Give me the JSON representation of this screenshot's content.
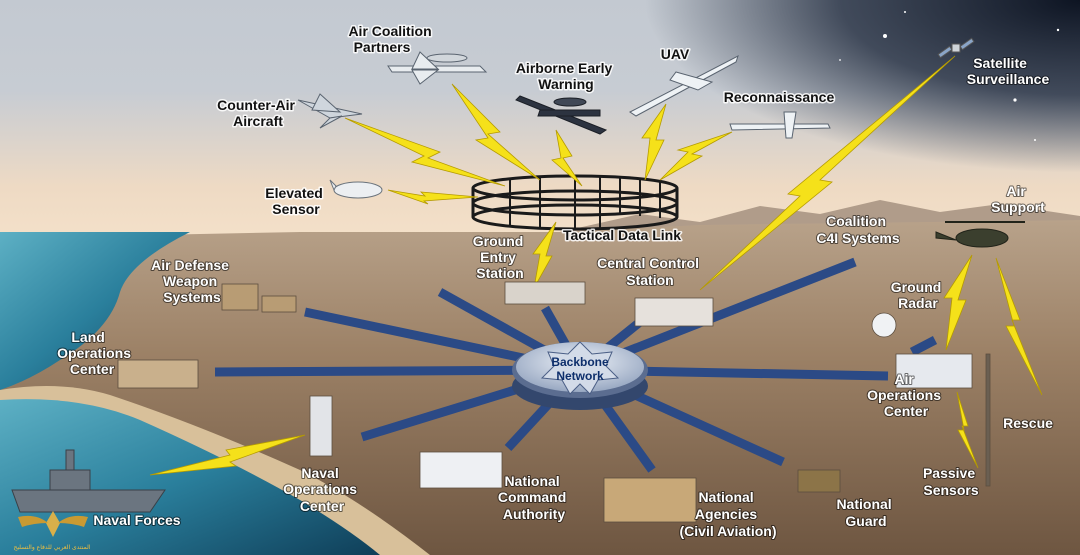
{
  "labels": {
    "air_coalition": [
      "Air Coalition",
      "Partners"
    ],
    "airborne_early_warning": [
      "Airborne Early",
      "Warning"
    ],
    "uav": [
      "UAV"
    ],
    "satellite": [
      "Satellite",
      "Surveillance"
    ],
    "counter_air": [
      "Counter-Air",
      "Aircraft"
    ],
    "reconnaissance": [
      "Reconnaissance"
    ],
    "elevated_sensor": [
      "Elevated",
      "Sensor"
    ],
    "tactical_data_link": [
      "Tactical Data Link"
    ],
    "air_support": [
      "Air",
      "Support"
    ],
    "coalition_c4i": [
      "Coalition",
      "C4I Systems"
    ],
    "ground_entry": [
      "Ground",
      "Entry",
      "Station"
    ],
    "central_control": [
      "Central Control",
      "Station"
    ],
    "air_defense": [
      "Air Defense",
      "Weapon",
      "Systems"
    ],
    "ground_radar": [
      "Ground",
      "Radar"
    ],
    "land_operations": [
      "Land",
      "Operations",
      "Center"
    ],
    "backbone": [
      "Backbone",
      "Network"
    ],
    "air_operations": [
      "Air",
      "Operations",
      "Center"
    ],
    "rescue": [
      "Rescue"
    ],
    "naval_operations": [
      "Naval",
      "Operations",
      "Center"
    ],
    "passive_sensors": [
      "Passive",
      "Sensors"
    ],
    "national_command": [
      "National",
      "Command",
      "Authority"
    ],
    "national_agencies": [
      "National",
      "Agencies",
      "(Civil Aviation)"
    ],
    "national_guard": [
      "National",
      "Guard"
    ],
    "naval_forces": [
      "Naval Forces"
    ]
  },
  "watermark": "المنتدى العربي للدفاع والتسليح",
  "colors": {
    "sky_top": "#1b2536",
    "sky_mid": "#6d7a8c",
    "horizon": "#f3dcc0",
    "desert": "#8a6f55",
    "sea": "#2c7f9b",
    "network": "#2b4a86",
    "bolt": "#f5e11a"
  }
}
